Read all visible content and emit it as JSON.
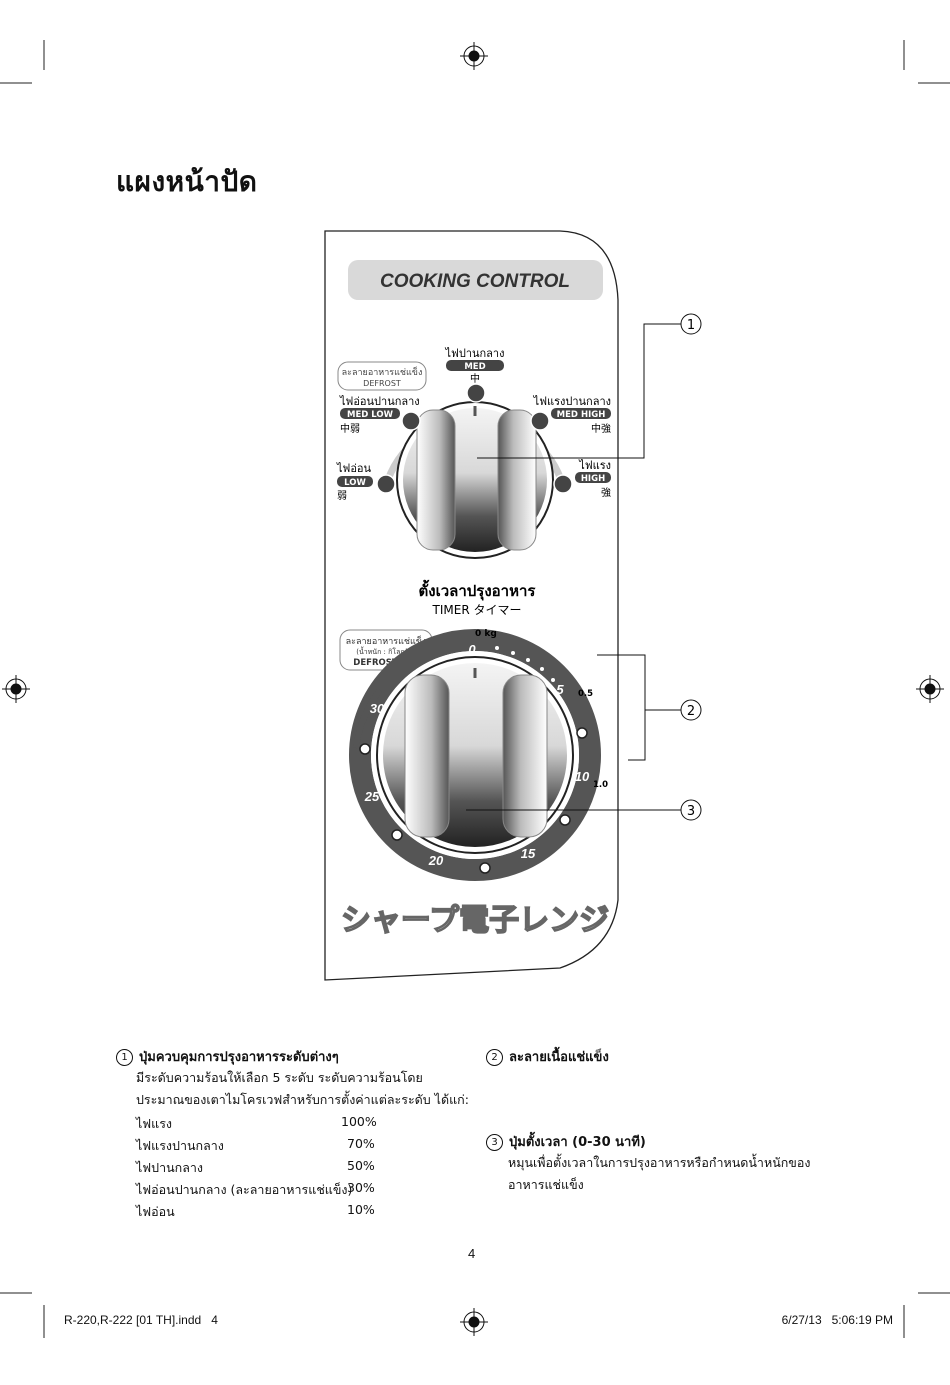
{
  "page": {
    "title": "แผงหน้าปัด",
    "page_number": "4"
  },
  "panel": {
    "header": "COOKING CONTROL",
    "defrost_badge_1": "ละลายอาหารแช่แข็ง",
    "defrost_badge_1_en": "DEFROST",
    "med": {
      "th": "ไฟปานกลาง",
      "en": "MED",
      "jp": "中"
    },
    "med_low": {
      "th": "ไฟอ่อนปานกลาง",
      "en": "MED LOW",
      "jp": "中弱"
    },
    "med_high": {
      "th": "ไฟแรงปานกลาง",
      "en": "MED HIGH",
      "jp": "中強"
    },
    "low": {
      "th": "ไฟอ่อน",
      "en": "LOW",
      "jp": "弱"
    },
    "high": {
      "th": "ไฟแรง",
      "en": "HIGH",
      "jp": "強"
    },
    "timer_th": "ตั้งเวลาปรุงอาหาร",
    "timer_en": "TIMER タイマー",
    "defrost_badge_2_l1": "ละลายอาหารแช่แข็ง",
    "defrost_badge_2_l2": "(น้ำหนัก : กิโลกรัม)",
    "defrost_badge_2_l3": "DEFROST : kg",
    "kg_0": "0 kg",
    "kg_05": "0.5",
    "kg_10": "1.0",
    "timer_marks": [
      "0",
      "5",
      "10",
      "15",
      "20",
      "25",
      "30"
    ],
    "brand_jp": "シャープ電子レンジ",
    "callout_1": "1",
    "callout_2": "2",
    "callout_3": "3"
  },
  "section1": {
    "num": "1",
    "heading": "ปุ่มควบคุมการปรุงอาหารระดับต่างๆ",
    "desc_line1": "มีระดับความร้อนให้เลือก 5 ระดับ ระดับความร้อนโดย",
    "desc_line2": "ประมาณของเตาไมโครเวฟสำหรับการตั้งค่าแต่ละระดับ ได้แก่:",
    "levels": [
      {
        "name": "ไฟแรง",
        "value": "100%"
      },
      {
        "name": "ไฟแรงปานกลาง",
        "value": "70%"
      },
      {
        "name": "ไฟปานกลาง",
        "value": "50%"
      },
      {
        "name": "ไฟอ่อนปานกลาง (ละลายอาหารแช่แข็ง)",
        "value": "30%"
      },
      {
        "name": "ไฟอ่อน",
        "value": "10%"
      }
    ]
  },
  "section2": {
    "num": "2",
    "heading": "ละลายเนื้อแช่แข็ง"
  },
  "section3": {
    "num": "3",
    "heading": "ปุ่มตั้งเวลา (0-30 นาที)",
    "desc_line1": "หมุนเพื่อตั้งเวลาในการปรุงอาหารหรือกำหนดน้ำหนักของ",
    "desc_line2": "อาหารแช่แข็ง"
  },
  "footer": {
    "file": "R-220,R-222 [01 TH].indd   4",
    "timestamp": "6/27/13   5:06:19 PM"
  }
}
